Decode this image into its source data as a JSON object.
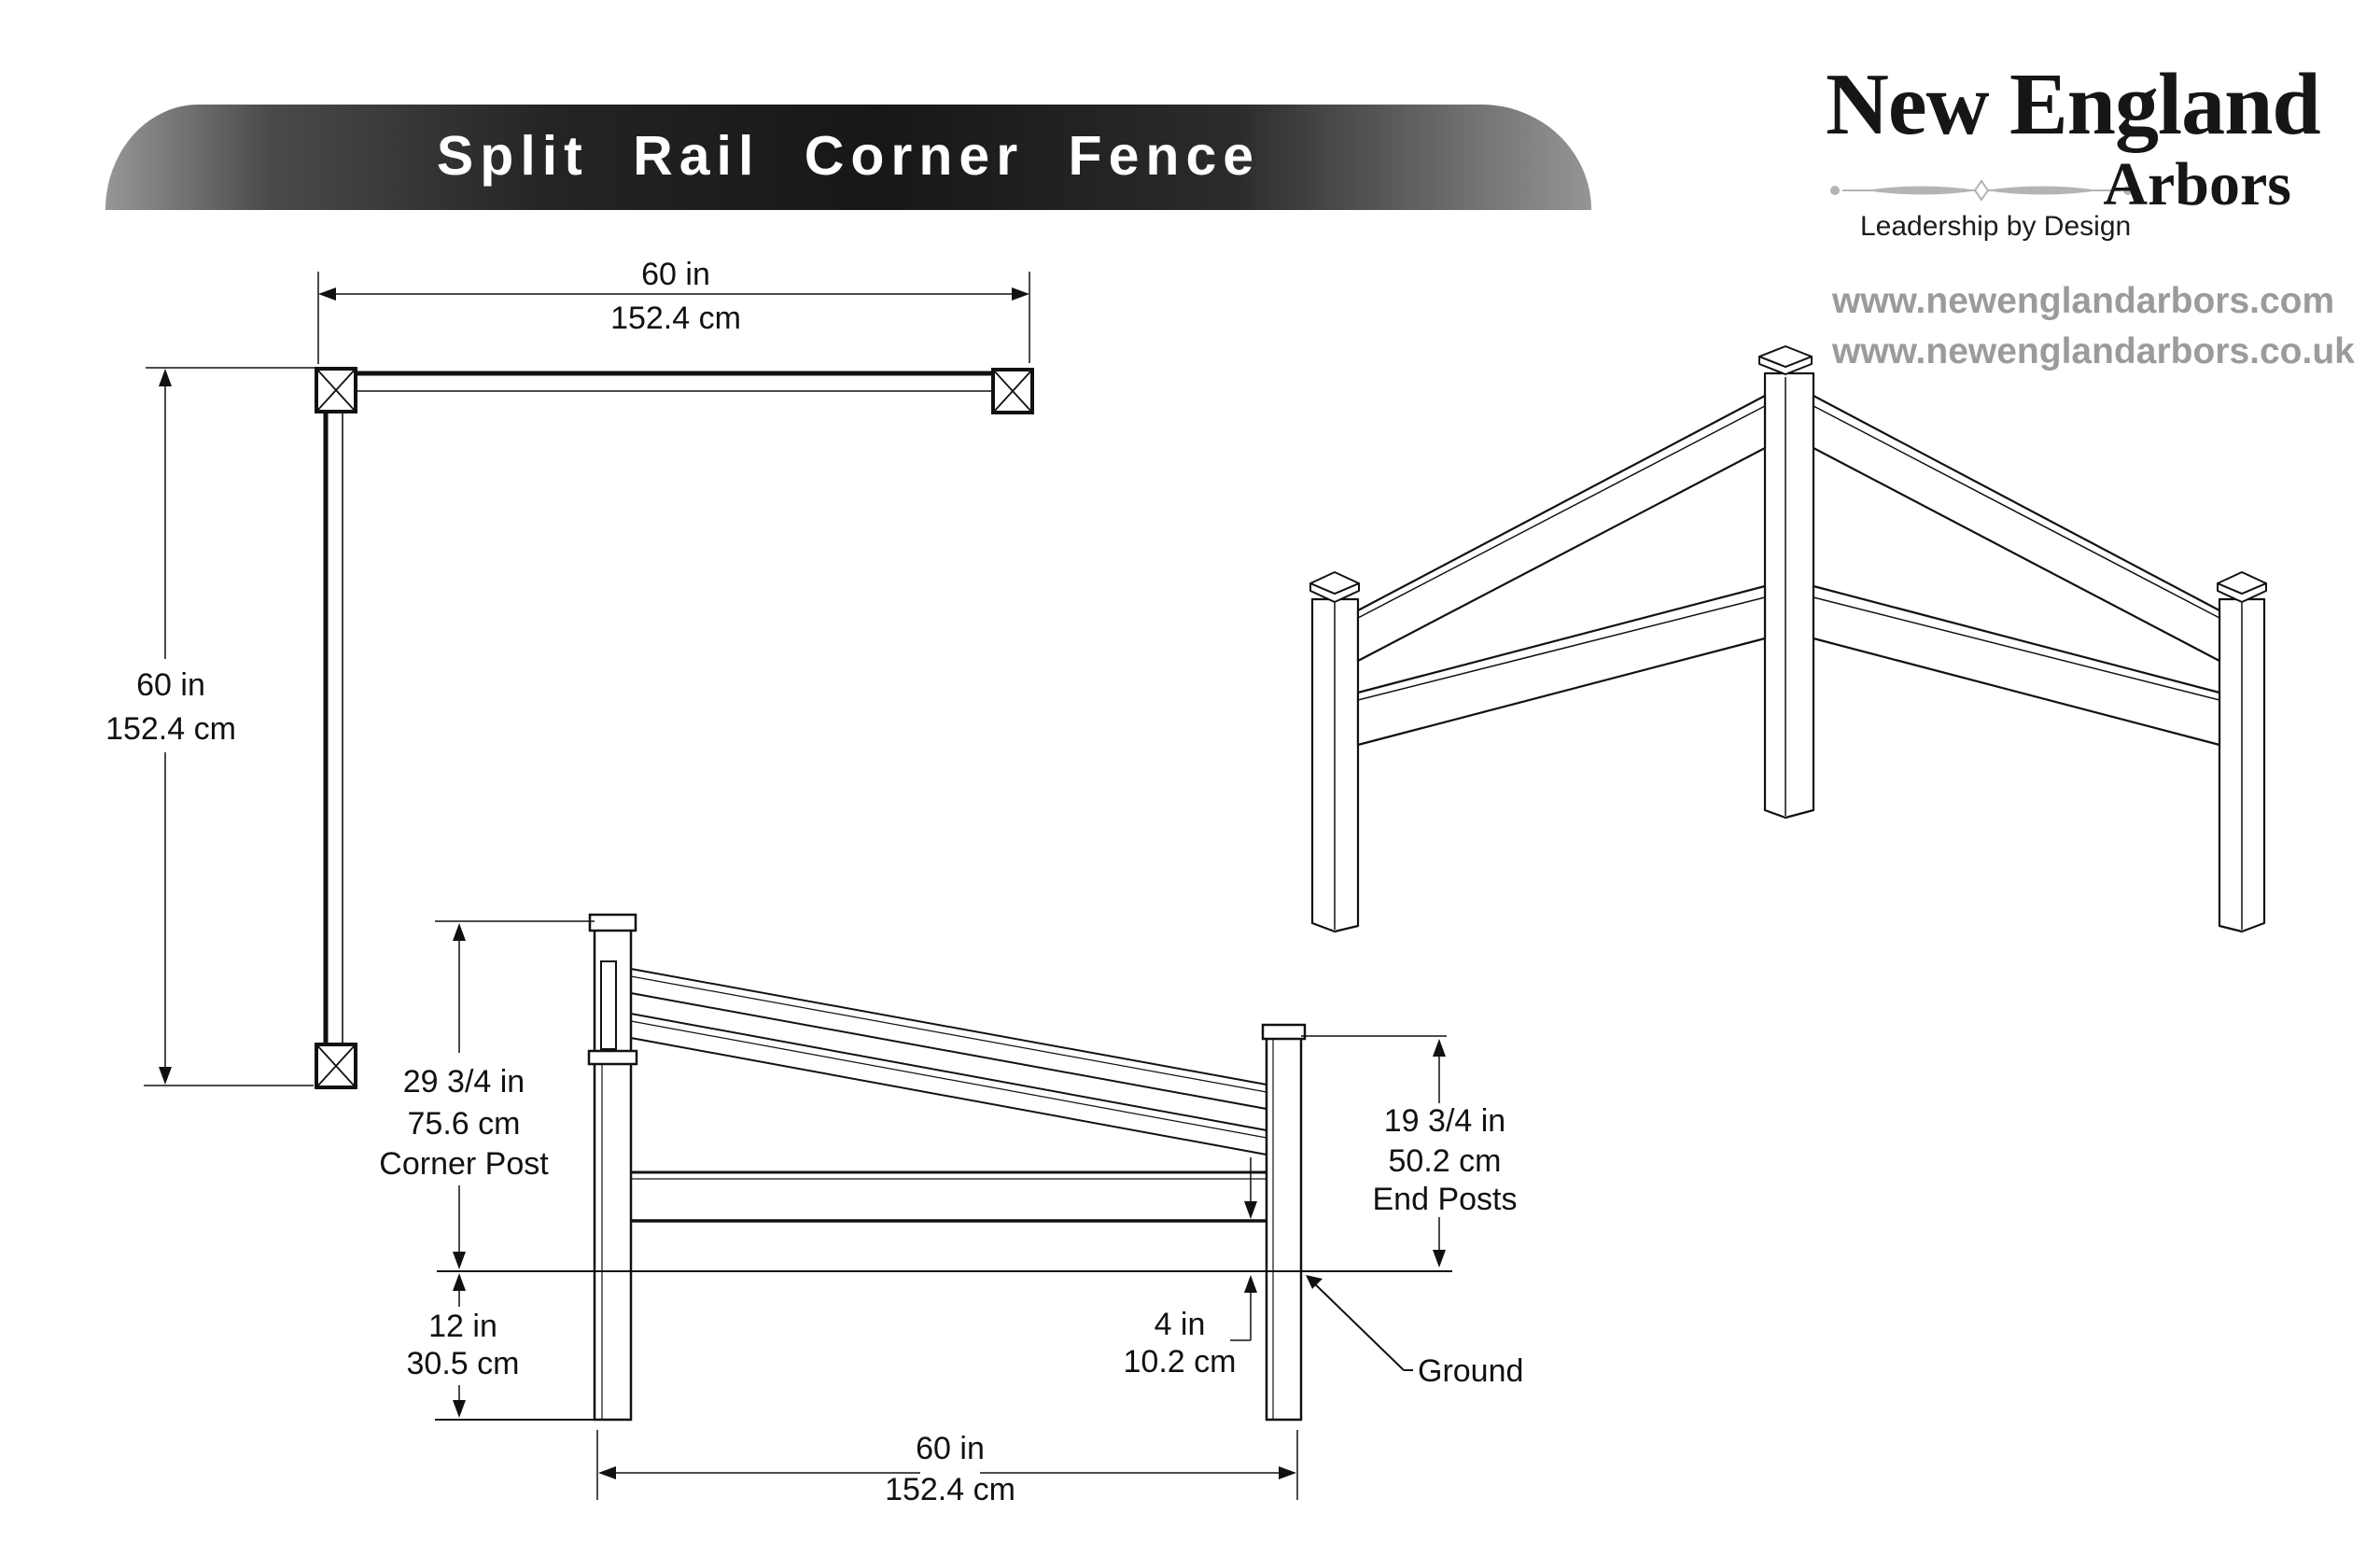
{
  "banner": {
    "title": "Split Rail Corner Fence"
  },
  "logo": {
    "name_top": "New England",
    "name_bottom": "Arbors",
    "tagline": "Leadership by Design",
    "url_com": "www.newenglandarbors.com",
    "url_couk": "www.newenglandarbors.co.uk"
  },
  "plan_view": {
    "top_dim": {
      "inches": "60 in",
      "cm": "152.4 cm"
    },
    "left_dim": {
      "inches": "60 in",
      "cm": "152.4 cm"
    }
  },
  "elevation_view": {
    "corner_post_dim": {
      "inches": "29 3/4 in",
      "cm": "75.6 cm",
      "label": "Corner Post"
    },
    "buried_dim": {
      "inches": "12 in",
      "cm": "30.5 cm"
    },
    "end_post_dim": {
      "inches": "19 3/4 in",
      "cm": "50.2 cm",
      "label": "End Posts"
    },
    "rail_gap_dim": {
      "inches": "4 in",
      "cm": "10.2 cm"
    },
    "span_dim": {
      "inches": "60 in",
      "cm": "152.4 cm"
    },
    "ground_label": "Ground"
  },
  "colors": {
    "line": "#111111",
    "banner_dark": "#171717",
    "banner_light": "#979797",
    "url_gray": "#9b9b9b",
    "ornament_gray": "#b4b4b4"
  }
}
